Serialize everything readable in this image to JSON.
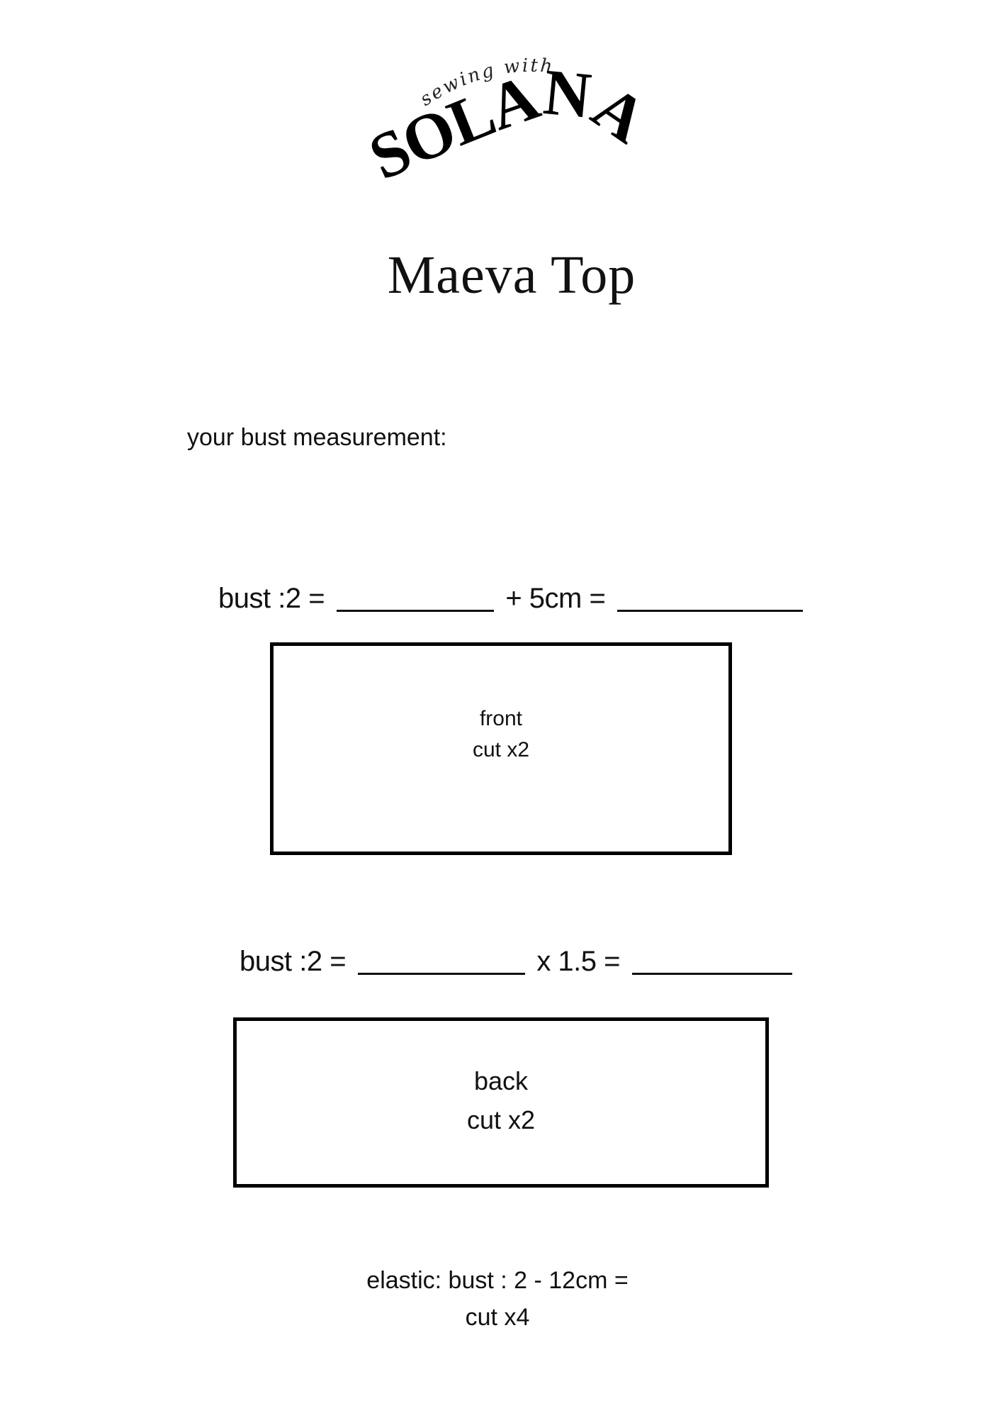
{
  "logo": {
    "script_text": "sewing with",
    "brand_text": "SOLANA"
  },
  "title": "Maeva Top",
  "prompt": "your bust measurement:",
  "front_formula": {
    "prefix": "bust :2 =",
    "middle": "+ 5cm =",
    "blank_1": "",
    "blank_2": ""
  },
  "front_piece": {
    "name": "front",
    "cut": "cut x2"
  },
  "back_formula": {
    "prefix": "bust :2 =",
    "middle": "x 1.5 =",
    "blank_1": "",
    "blank_2": ""
  },
  "back_piece": {
    "name": "back",
    "cut": "cut x2"
  },
  "elastic": {
    "line1": "elastic: bust : 2 - 12cm =",
    "line2": "cut x4"
  },
  "colors": {
    "ink": "#000000",
    "background": "#ffffff"
  }
}
